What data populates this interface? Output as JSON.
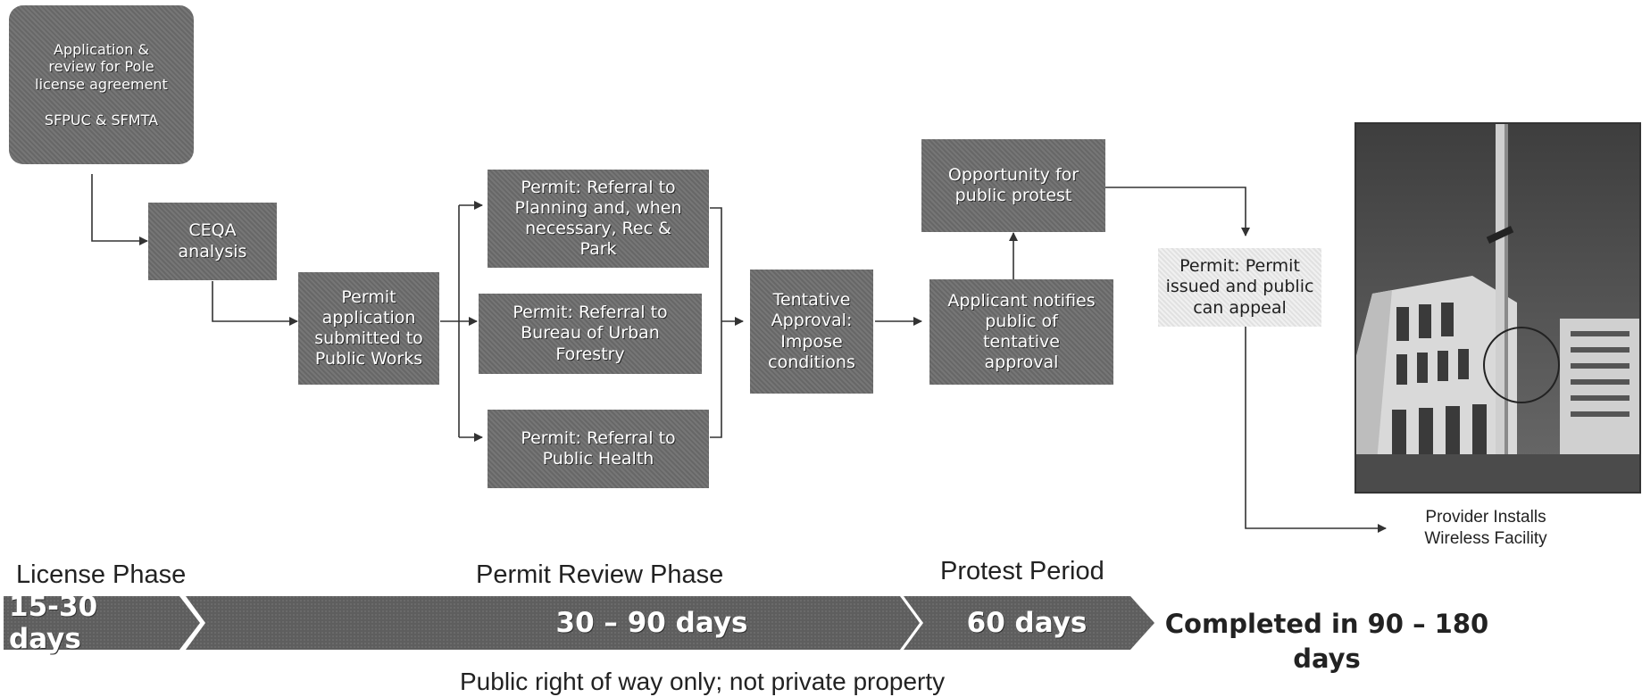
{
  "boxes": {
    "pole_license": {
      "line1": "Application &",
      "line2": "review for Pole",
      "line3": "license agreement",
      "line4": "SFPUC & SFMTA"
    },
    "ceqa": {
      "line1": "CEQA",
      "line2": "analysis"
    },
    "public_works": {
      "line1": "Permit",
      "line2": "application",
      "line3": "submitted to",
      "line4": "Public Works"
    },
    "planning": {
      "line1": "Permit: Referral to",
      "line2": "Planning and, when",
      "line3": "necessary, Rec &",
      "line4": "Park"
    },
    "urban_forestry": {
      "line1": "Permit: Referral to",
      "line2": "Bureau of Urban",
      "line3": "Forestry"
    },
    "public_health": {
      "line1": "Permit: Referral to",
      "line2": "Public Health"
    },
    "tentative": {
      "line1": "Tentative",
      "line2": "Approval:",
      "line3": "Impose",
      "line4": "conditions"
    },
    "notifies": {
      "line1": "Applicant notifies",
      "line2": "public of",
      "line3": "tentative",
      "line4": "approval"
    },
    "protest": {
      "line1": "Opportunity for",
      "line2": "public protest"
    },
    "issued": {
      "line1": "Permit: Permit",
      "line2": "issued and public",
      "line3": "can appeal"
    }
  },
  "provider": {
    "line1": "Provider Installs",
    "line2": "Wireless Facility"
  },
  "phases": {
    "license": "License Phase",
    "permit_review": "Permit Review Phase",
    "protest": "Protest Period"
  },
  "bars": {
    "license_days": "15-30 days",
    "review_days": "30 – 90 days",
    "protest_days": "60 days"
  },
  "completed": {
    "line1": "Completed  in 90 – 180",
    "line2": "days"
  },
  "footnote": "Public right of way only; not private property",
  "colors": {
    "box_fill": "#6d6d6d",
    "bar_fill": "#5e5e5e",
    "arrow": "#333333",
    "light_box": "#ededed"
  },
  "icons": {
    "arrow": "arrowhead",
    "photo": "wireless-pole-photo"
  }
}
